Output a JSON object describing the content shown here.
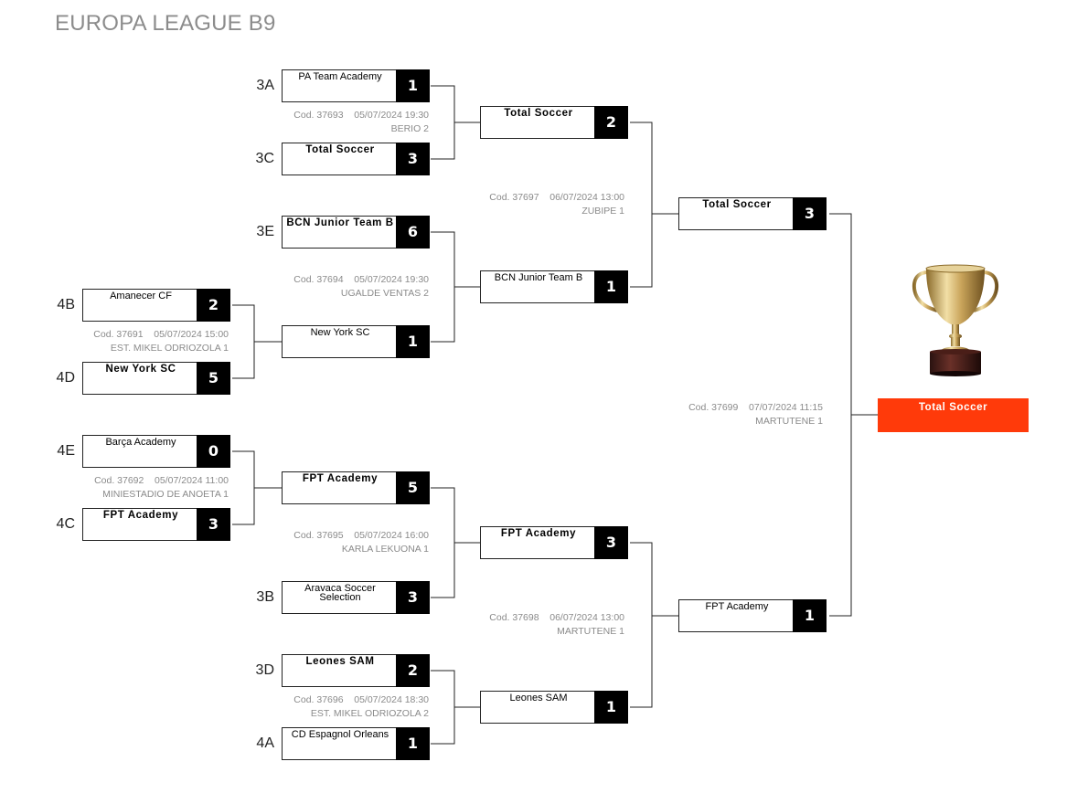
{
  "title": "EUROPA LEAGUE B9",
  "colors": {
    "champion_bg": "#ff3a0a",
    "score_bg": "#000000",
    "info_text": "#8a8a8a",
    "title_text": "#8c8c8c"
  },
  "icons": {
    "trophy": "trophy-icon"
  },
  "round0": [
    {
      "top": {
        "seed": "4B",
        "name": "Amanecer CF",
        "score": "2",
        "winner": false
      },
      "bottom": {
        "seed": "4D",
        "name": "New York SC",
        "score": "5",
        "winner": true
      },
      "code": "Cod. 37691",
      "datetime": "05/07/2024 15:00",
      "venue": "EST. MIKEL ODRIOZOLA 1"
    },
    {
      "top": {
        "seed": "4E",
        "name": "Barça Academy",
        "score": "0",
        "winner": false
      },
      "bottom": {
        "seed": "4C",
        "name": "FPT Academy",
        "score": "3",
        "winner": true
      },
      "code": "Cod. 37692",
      "datetime": "05/07/2024 11:00",
      "venue": "MINIESTADIO DE ANOETA 1"
    }
  ],
  "round1": [
    {
      "top": {
        "seed": "3A",
        "name": "PA Team Academy",
        "score": "1",
        "winner": false
      },
      "bottom": {
        "seed": "3C",
        "name": "Total Soccer",
        "score": "3",
        "winner": true
      },
      "code": "Cod. 37693",
      "datetime": "05/07/2024 19:30",
      "venue": "BERIO 2"
    },
    {
      "top": {
        "seed": "3E",
        "name": "BCN Junior Team B",
        "score": "6",
        "winner": true
      },
      "bottom": {
        "seed": "",
        "name": "New York SC",
        "score": "1",
        "winner": false
      },
      "code": "Cod. 37694",
      "datetime": "05/07/2024 19:30",
      "venue": "UGALDE VENTAS 2"
    },
    {
      "top": {
        "seed": "",
        "name": "FPT Academy",
        "score": "5",
        "winner": true
      },
      "bottom": {
        "seed": "3B",
        "name": "Aravaca Soccer Selection",
        "score": "3",
        "winner": false
      },
      "code": "Cod. 37695",
      "datetime": "05/07/2024 16:00",
      "venue": "KARLA LEKUONA 1"
    },
    {
      "top": {
        "seed": "3D",
        "name": "Leones SAM",
        "score": "2",
        "winner": true
      },
      "bottom": {
        "seed": "4A",
        "name": "CD Espagnol Orleans",
        "score": "1",
        "winner": false
      },
      "code": "Cod. 37696",
      "datetime": "05/07/2024 18:30",
      "venue": "EST. MIKEL ODRIOZOLA 2"
    }
  ],
  "round2": [
    {
      "top": {
        "seed": "",
        "name": "Total Soccer",
        "score": "2",
        "winner": true
      },
      "bottom": {
        "seed": "",
        "name": "BCN Junior Team B",
        "score": "1",
        "winner": false
      },
      "code": "Cod. 37697",
      "datetime": "06/07/2024 13:00",
      "venue": "ZUBIPE 1"
    },
    {
      "top": {
        "seed": "",
        "name": "FPT Academy",
        "score": "3",
        "winner": true
      },
      "bottom": {
        "seed": "",
        "name": "Leones SAM",
        "score": "1",
        "winner": false
      },
      "code": "Cod. 37698",
      "datetime": "06/07/2024 13:00",
      "venue": "MARTUTENE 1"
    }
  ],
  "final": {
    "top": {
      "seed": "",
      "name": "Total Soccer",
      "score": "3",
      "winner": true
    },
    "bottom": {
      "seed": "",
      "name": "FPT Academy",
      "score": "1",
      "winner": false
    },
    "code": "Cod. 37699",
    "datetime": "07/07/2024 11:15",
    "venue": "MARTUTENE 1"
  },
  "champion": "Total Soccer"
}
